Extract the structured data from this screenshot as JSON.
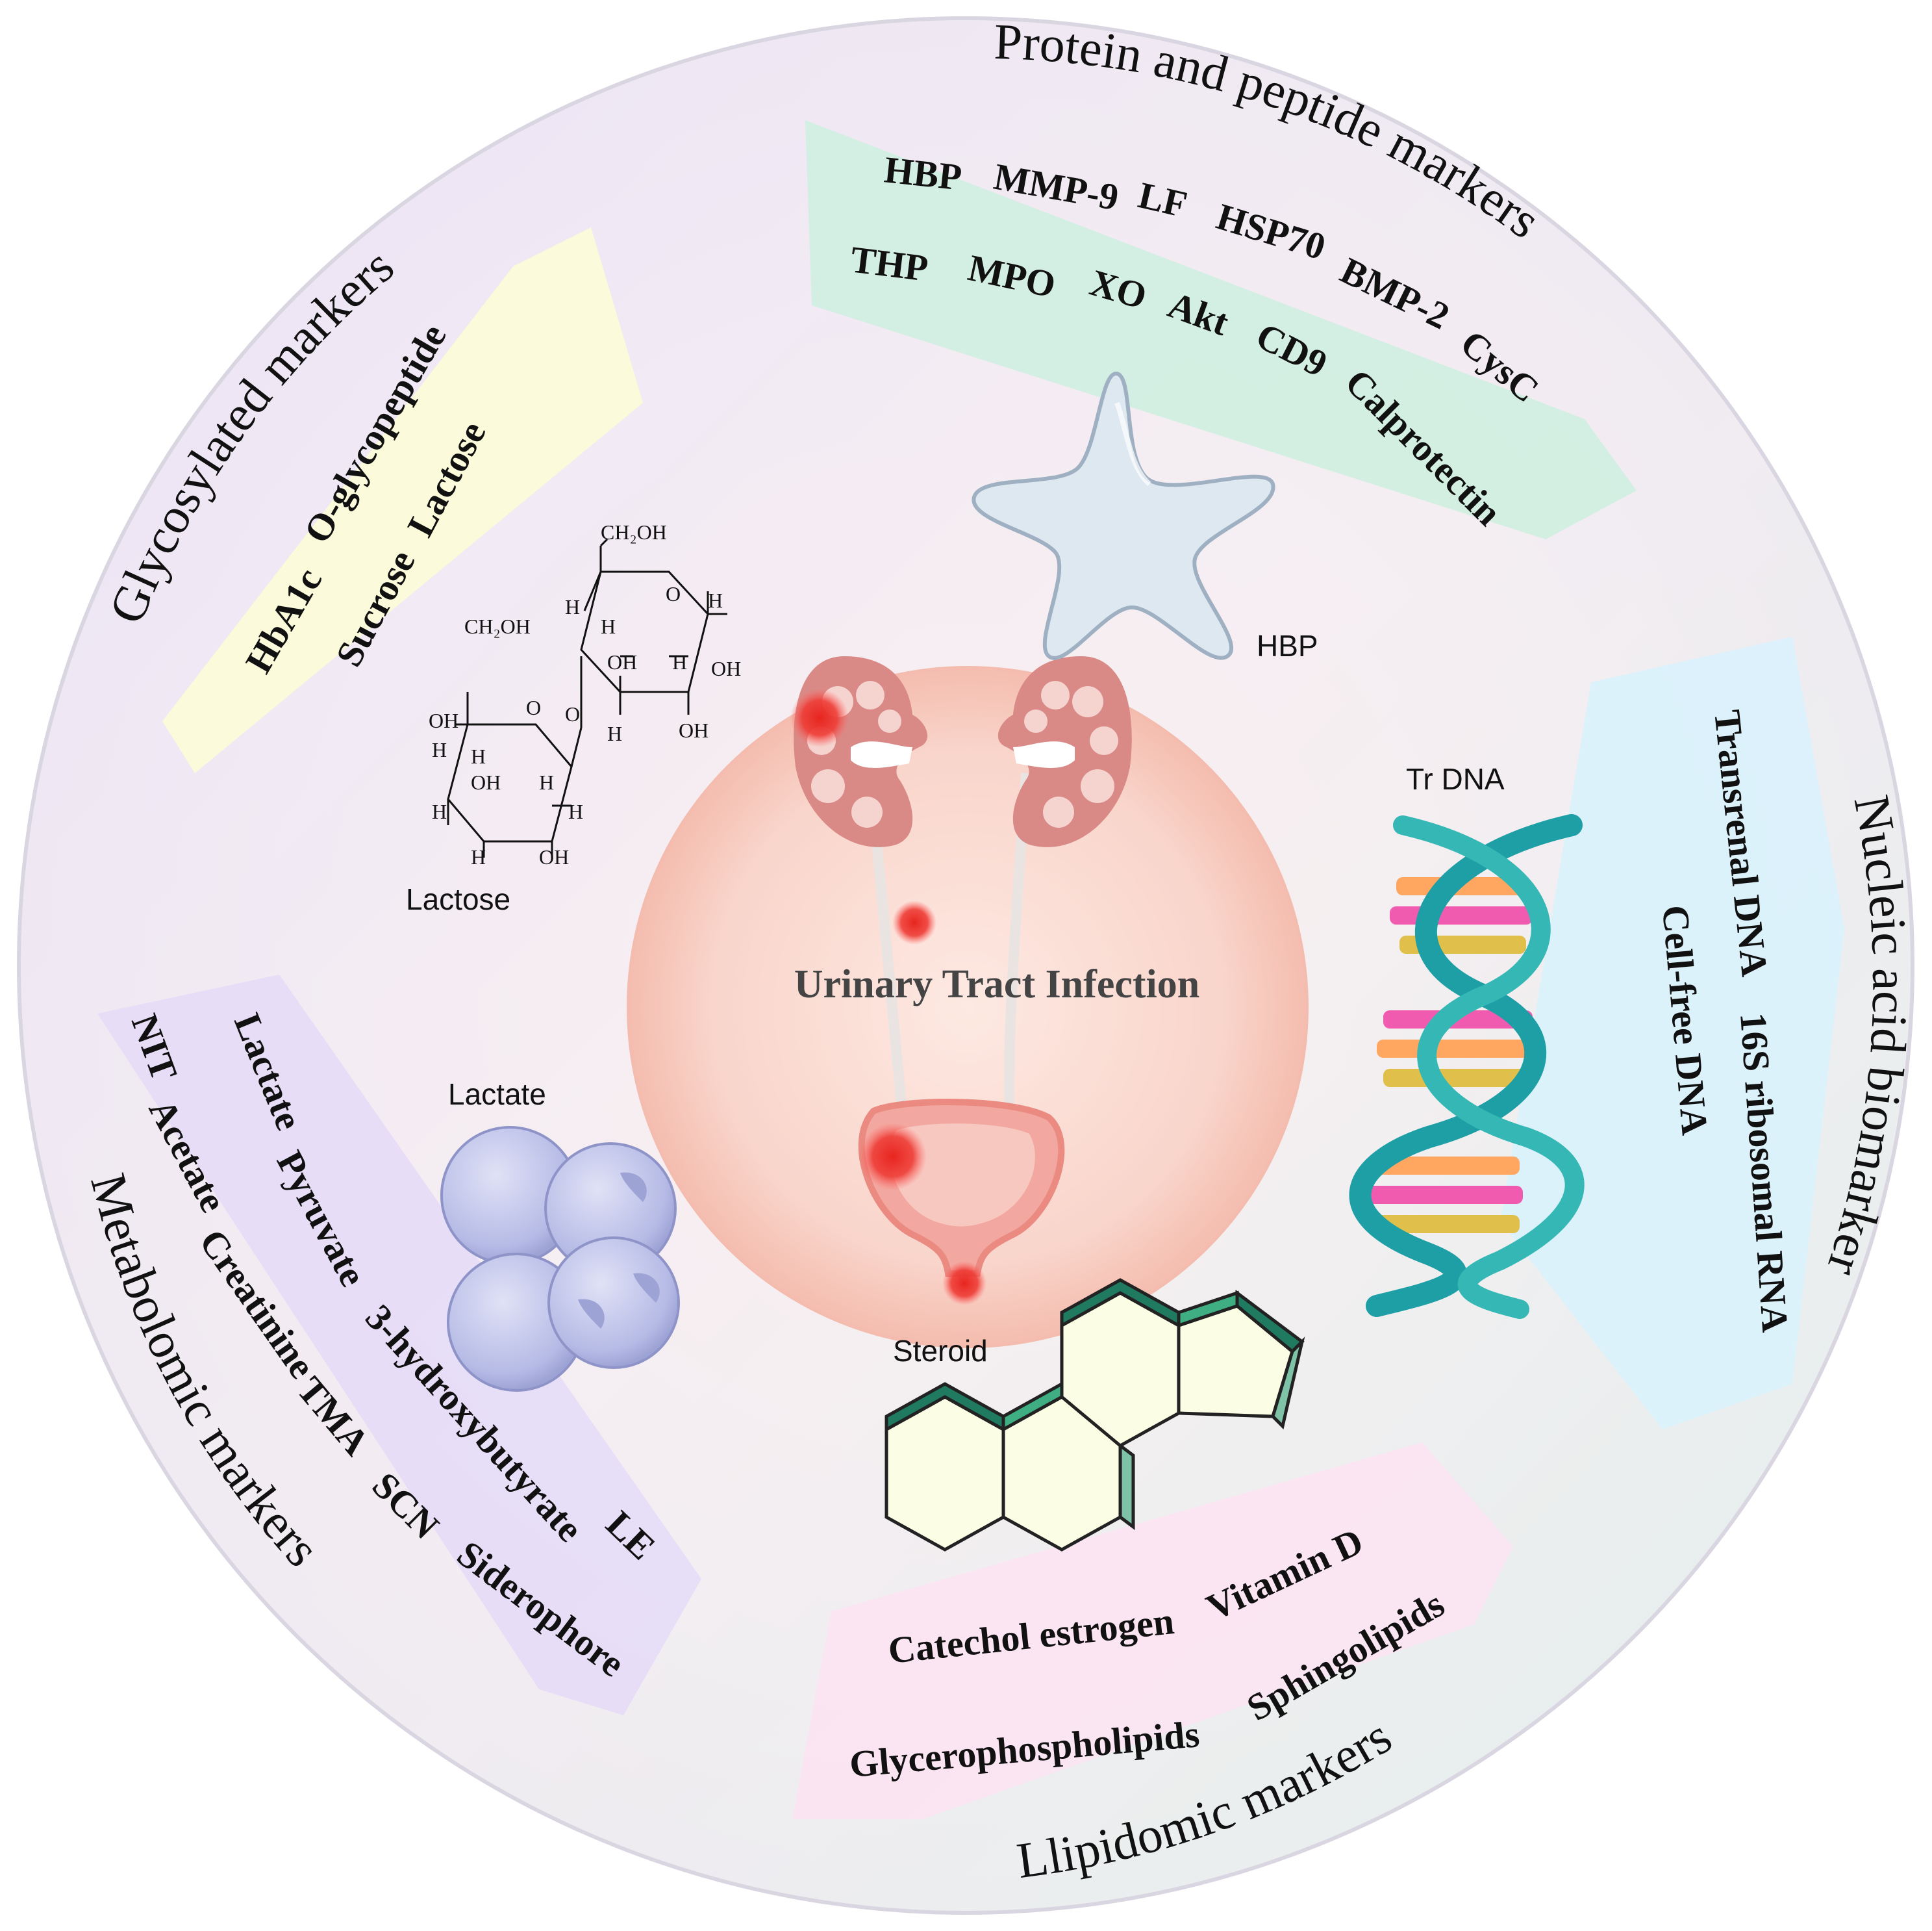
{
  "center": {
    "title": "Urinary Tract Infection"
  },
  "categories": {
    "protein": {
      "title": "Protein and peptide markers",
      "markers": [
        "HBP",
        "MMP-9",
        "LF",
        "HSP70",
        "THP",
        "MPO",
        "XO",
        "Akt",
        "BMP-2",
        "CD9",
        "CysC",
        "Calprotectin"
      ],
      "illustration_label": "HBP"
    },
    "glyco": {
      "title": "Glycosylated markers",
      "markers": [
        "HbA1c",
        "O-glycopeptide",
        "Sucrose",
        "Lactose"
      ],
      "illustration_label": "Lactose"
    },
    "nucleic": {
      "title": "Nucleic acid biomarkers",
      "markers": [
        "Transrenal DNA",
        "16S ribosomal RNA",
        "Cell-free DNA"
      ],
      "illustration_label": "Tr DNA"
    },
    "metabolomic": {
      "title": "Metabolomic markers",
      "markers": [
        "NIT",
        "Acetate",
        "Creatinine",
        "TMA",
        "SCN",
        "Siderophore",
        "Lactate",
        "Pyruvate",
        "3-hydroxybutyrate",
        "LE"
      ],
      "illustration_label": "Lactate"
    },
    "lipidomic": {
      "title": "Llipidomic markers",
      "markers": [
        "Catechol estrogen",
        "Vitamin D",
        "Glycerophospholipids",
        "Sphingolipids"
      ],
      "illustration_label": "Steroid"
    }
  },
  "lactose_structure": {
    "ch2oh": "CH₂OH",
    "o": "O",
    "oh": "OH",
    "h": "H"
  },
  "colors": {
    "protein_band": "#cfeee0",
    "glyco_band": "#fbfbd8",
    "nucleic_band": "#daf1fb",
    "metabolomic_band": "#e6dcf7",
    "lipidomic_band": "#fbe4f1",
    "center_circle": "#f9d2c8",
    "kidney": "#d98a86",
    "inflammation": "#e8251f",
    "dna_backbone": "#1e9fa6"
  }
}
